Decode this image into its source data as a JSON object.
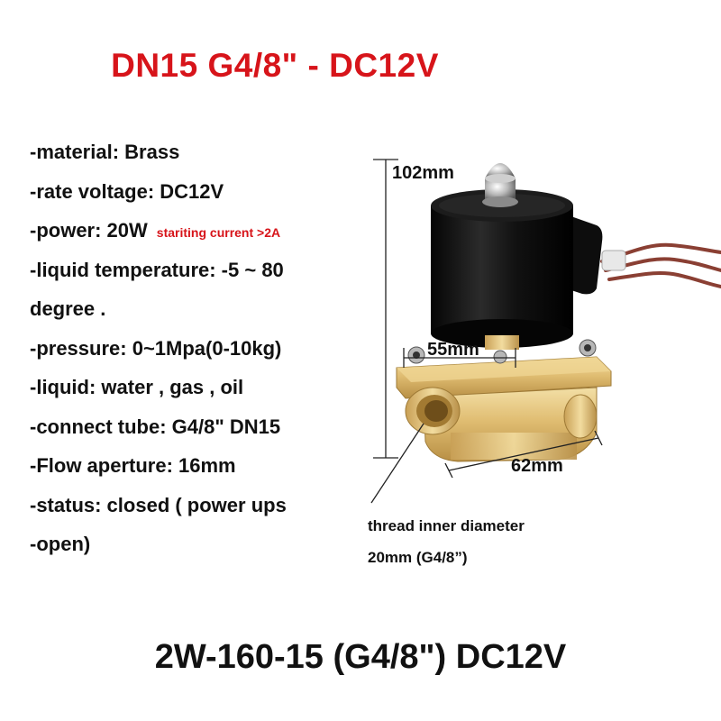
{
  "title": "DN15 G4/8\" - DC12V",
  "specs": [
    "-material: Brass",
    "-rate voltage: DC12V",
    "-power: 20W",
    "-liquid temperature: -5 ~ 80",
    "degree .",
    "-pressure: 0~1Mpa(0-10kg)",
    "-liquid: water , gas , oil",
    "-connect tube: G4/8\" DN15",
    "-Flow aperture: 16mm",
    "-status: closed ( power ups",
    "-open)"
  ],
  "power_note": "stariting current >2A",
  "dimensions": {
    "height": "102mm",
    "coil_width": "55mm",
    "length": "62mm",
    "thread_line1": "thread inner diameter",
    "thread_line2": "20mm (G4/8”)"
  },
  "model": "2W-160-15 (G4/8\") DC12V",
  "colors": {
    "title": "#d7141a",
    "text": "#111111",
    "brass": "#e2c27a",
    "coil": "#121212"
  }
}
